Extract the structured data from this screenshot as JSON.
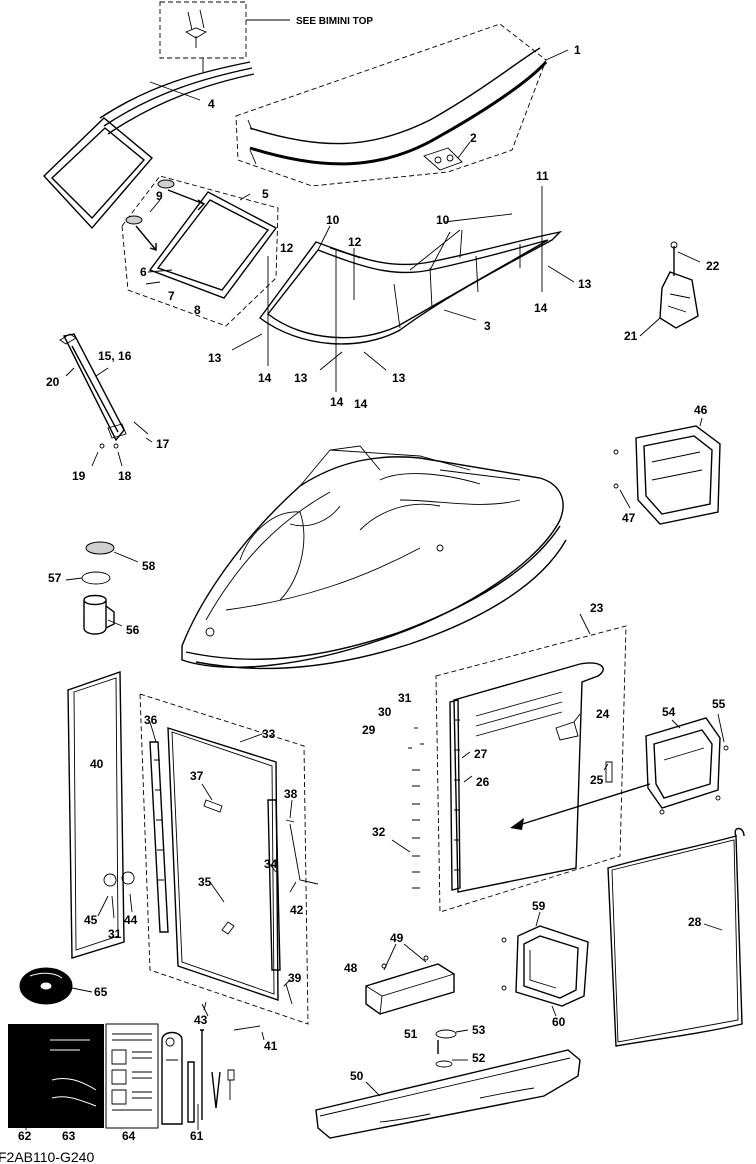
{
  "diagram": {
    "note": "SEE BIMINI TOP",
    "code": "F2AB110-G240",
    "labels": {
      "l1": "1",
      "l2": "2",
      "l3": "3",
      "l4": "4",
      "l5": "5",
      "l6": "6",
      "l7": "7",
      "l8": "8",
      "l9": "9",
      "l10a": "10",
      "l10b": "10",
      "l11": "11",
      "l12a": "12",
      "l12b": "12",
      "l13a": "13",
      "l13b": "13",
      "l13c": "13",
      "l13d": "13",
      "l14a": "14",
      "l14b": "14",
      "l14c": "14",
      "l14d": "14",
      "l1516": "15, 16",
      "l17": "17",
      "l18": "18",
      "l19": "19",
      "l20": "20",
      "l21": "21",
      "l22": "22",
      "l23": "23",
      "l24": "24",
      "l25": "25",
      "l26": "26",
      "l27": "27",
      "l28": "28",
      "l29": "29",
      "l30": "30",
      "l31a": "31",
      "l31b": "31",
      "l32": "32",
      "l33": "33",
      "l34": "34",
      "l35": "35",
      "l36": "36",
      "l37": "37",
      "l38": "38",
      "l39": "39",
      "l40": "40",
      "l41": "41",
      "l42": "42",
      "l43": "43",
      "l44": "44",
      "l45": "45",
      "l46": "46",
      "l47": "47",
      "l48": "48",
      "l49": "49",
      "l50": "50",
      "l51": "51",
      "l52": "52",
      "l53": "53",
      "l54": "54",
      "l55": "55",
      "l56": "56",
      "l57": "57",
      "l58": "58",
      "l59": "59",
      "l60": "60",
      "l61": "61",
      "l62": "62",
      "l63": "63",
      "l64": "64",
      "l65": "65"
    }
  }
}
